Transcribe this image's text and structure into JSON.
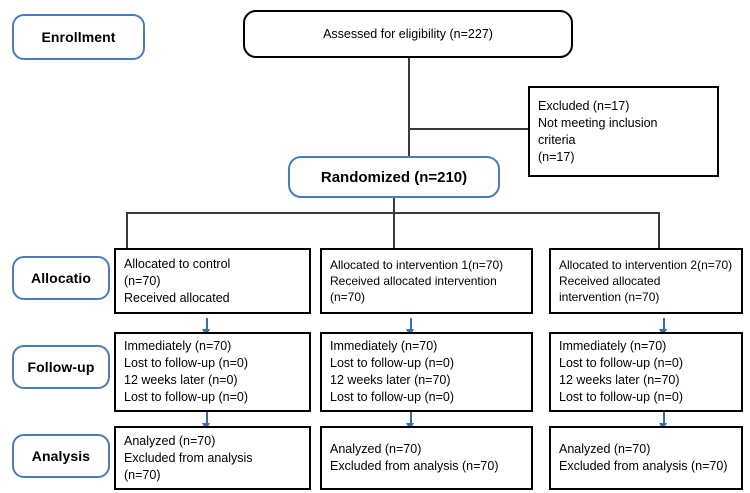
{
  "diagram": {
    "title": "CONSORT participant flow diagram",
    "colors": {
      "stage_label_border": "#4a7ebb",
      "node_border": "#000000",
      "randomized_border": "#4a7ebb",
      "connector": "#3a3a3a",
      "arrow": "#3a6ea8"
    }
  },
  "stages": [
    {
      "id": "enrollment",
      "label": "Enrollment"
    },
    {
      "id": "allocation",
      "label": "Allocatio"
    },
    {
      "id": "followup",
      "label": "Follow-up"
    },
    {
      "id": "analysis",
      "label": "Analysis"
    }
  ],
  "nodes": {
    "assessed": {
      "lines": [
        "Assessed for eligibility (n=227)"
      ]
    },
    "excluded": {
      "lines": [
        "Excluded (n=17)",
        "Not meeting inclusion",
        "criteria",
        "(n=17)"
      ]
    },
    "randomized": {
      "lines": [
        "Randomized (n=210)"
      ]
    },
    "alloc_control": {
      "lines": [
        "Allocated to control",
        "(n=70)",
        "Received allocated"
      ]
    },
    "alloc_intervention1": {
      "lines": [
        "Allocated to intervention 1(n=70)",
        "Received allocated intervention",
        "(n=70)"
      ]
    },
    "alloc_intervention2": {
      "lines": [
        "Allocated to intervention 2(n=70)",
        "Received allocated",
        "intervention (n=70)"
      ]
    },
    "followup_control": {
      "lines": [
        "Immediately (n=70)",
        "Lost to follow-up (n=0)",
        "12 weeks later (n=0)",
        "Lost to follow-up (n=0)"
      ]
    },
    "followup_intervention1": {
      "lines": [
        "Immediately (n=70)",
        "Lost to follow-up (n=0)",
        "12 weeks later (n=70)",
        "Lost to follow-up (n=0)"
      ]
    },
    "followup_intervention2": {
      "lines": [
        "Immediately (n=70)",
        "Lost to follow-up (n=0)",
        "12 weeks later (n=70)",
        "Lost to follow-up (n=0)"
      ]
    },
    "analysis_control": {
      "lines": [
        "Analyzed (n=70)",
        "Excluded from analysis",
        "(n=70)"
      ]
    },
    "analysis_intervention1": {
      "lines": [
        "Analyzed (n=70)",
        "Excluded from analysis (n=70)"
      ]
    },
    "analysis_intervention2": {
      "lines": [
        "Analyzed (n=70)",
        "Excluded from analysis (n=70)"
      ]
    }
  }
}
